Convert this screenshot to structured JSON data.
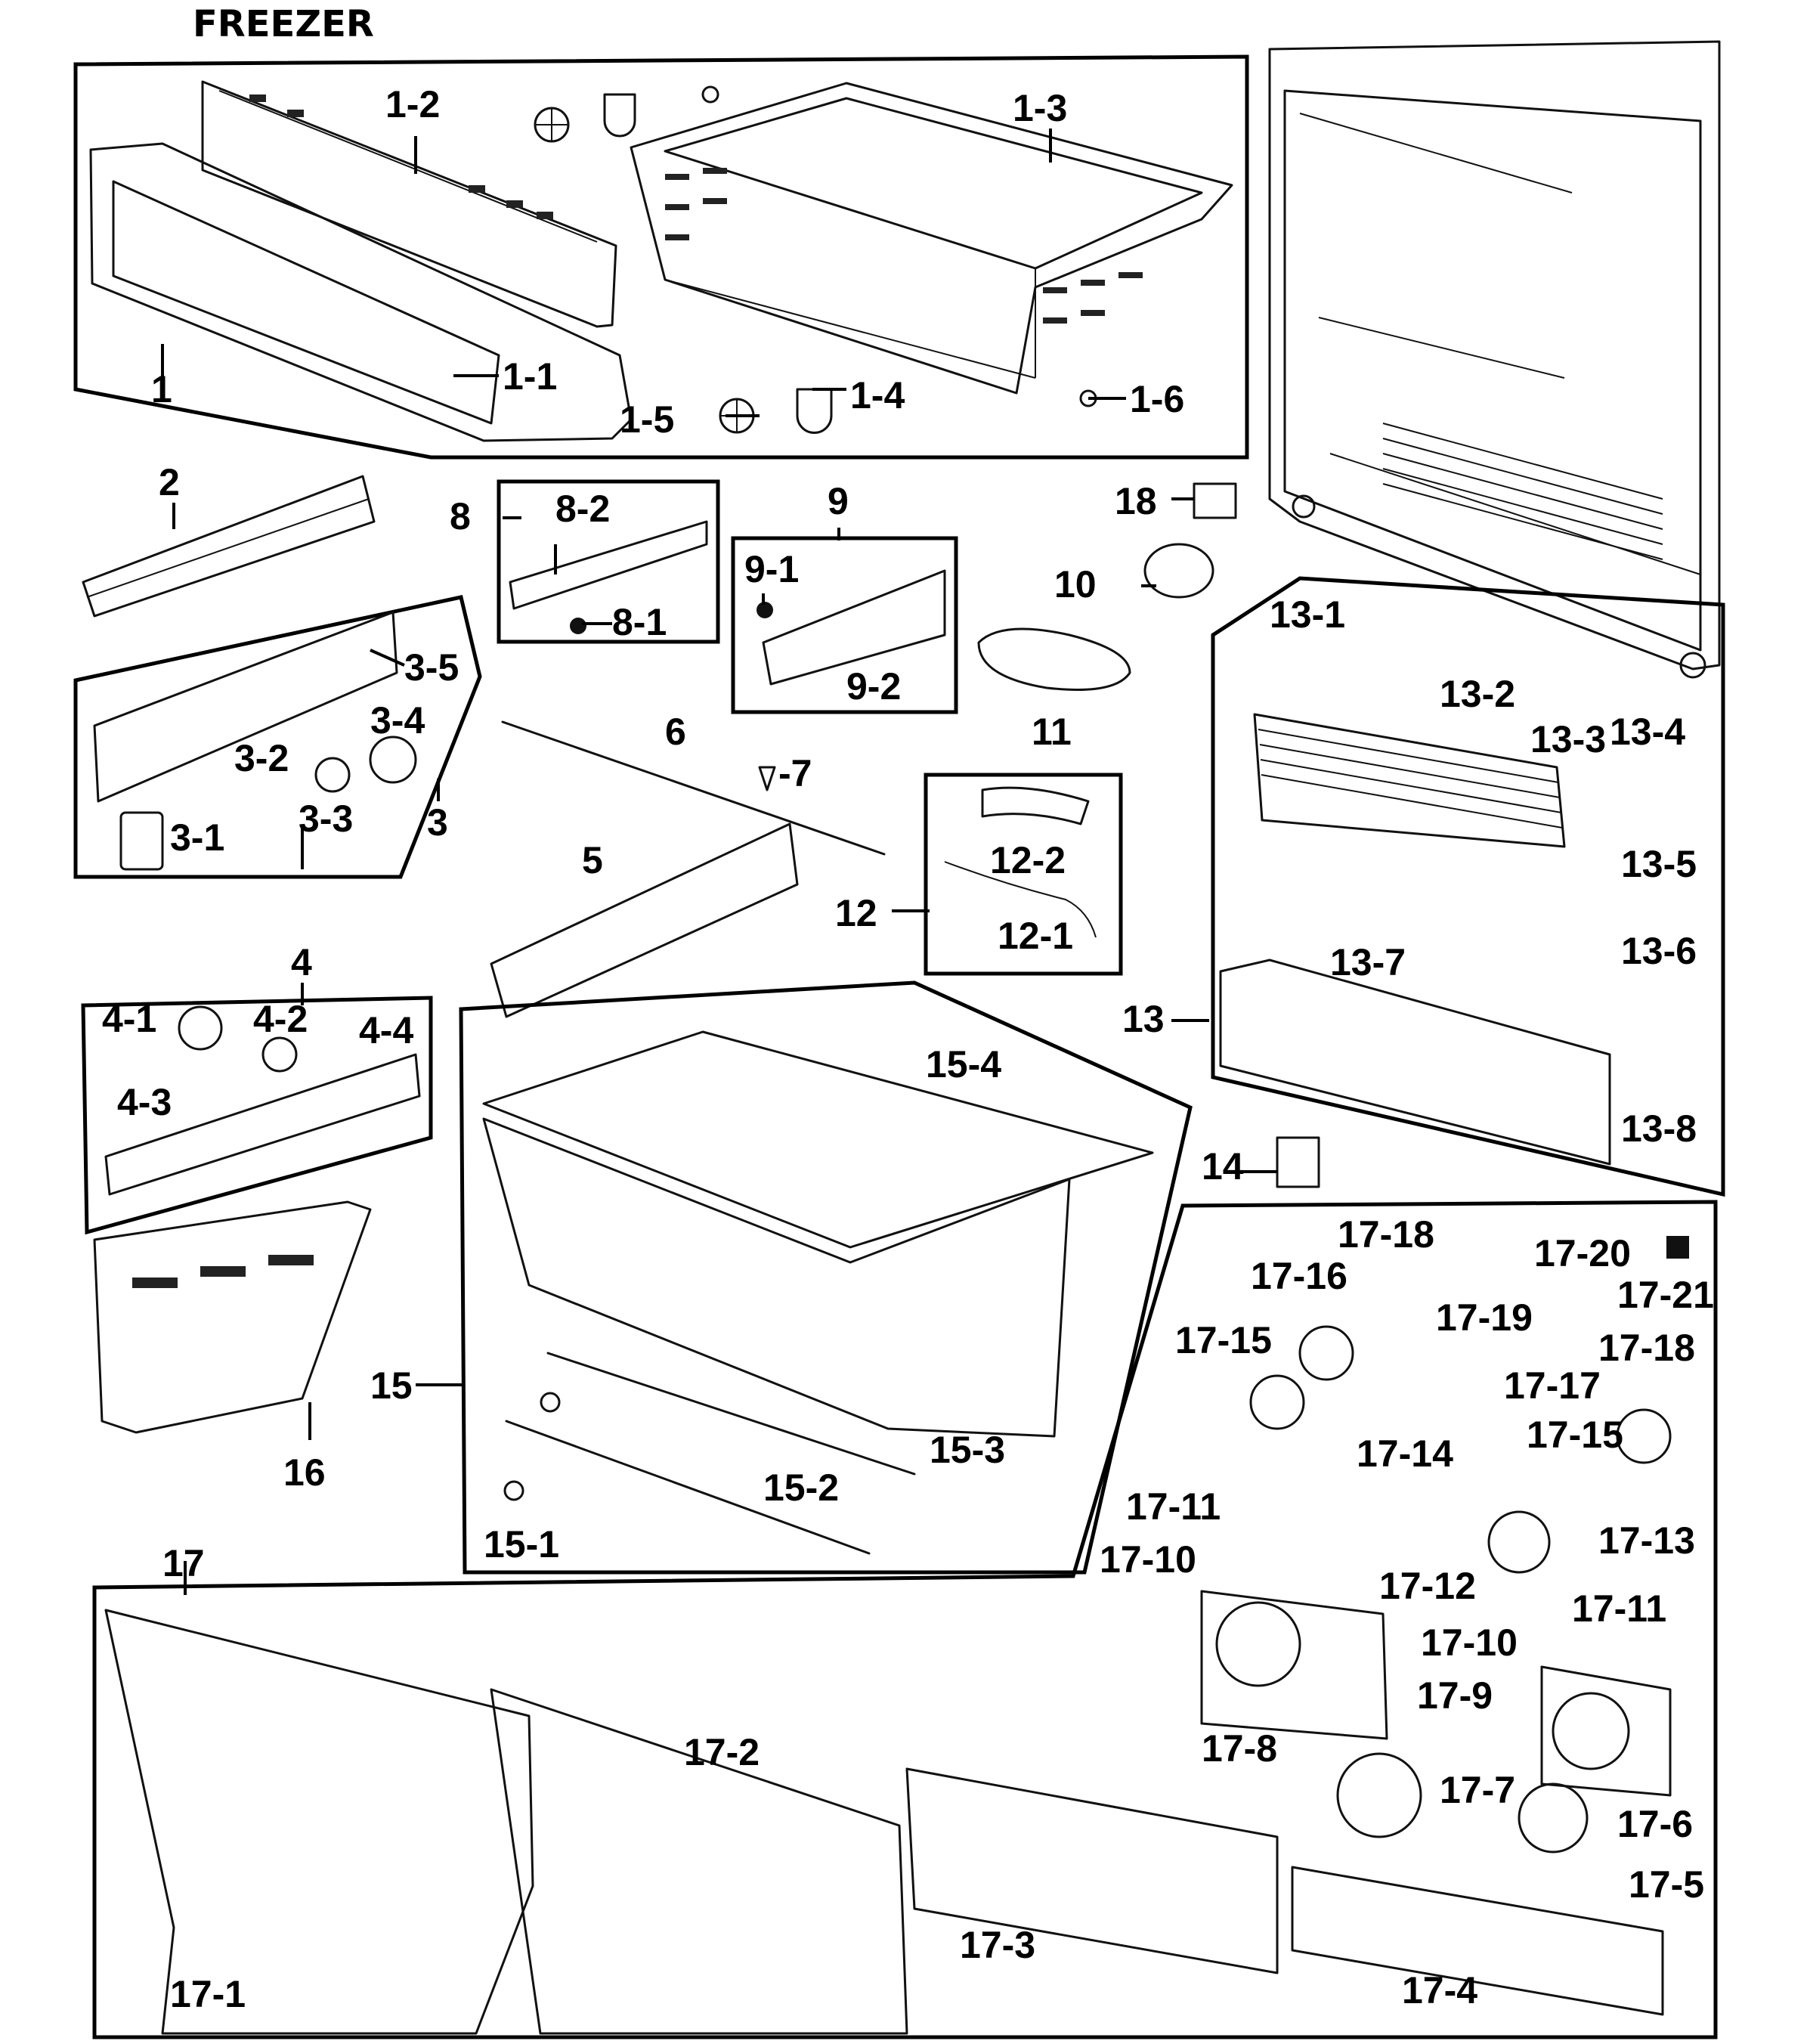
{
  "title": "FREEZER",
  "callouts": [
    "1",
    "1-1",
    "1-2",
    "1-3",
    "1-4",
    "1-5",
    "1-6",
    "2",
    "3",
    "3-1",
    "3-2",
    "3-3",
    "3-4",
    "3-5",
    "4",
    "4-1",
    "4-2",
    "4-3",
    "4-4",
    "5",
    "6",
    "-7",
    "8",
    "8-1",
    "8-2",
    "9",
    "9-1",
    "9-2",
    "10",
    "11",
    "12",
    "12-1",
    "12-2",
    "13",
    "13-1",
    "13-2",
    "13-3",
    "13-4",
    "13-5",
    "13-6",
    "13-7",
    "13-8",
    "14",
    "15",
    "15-1",
    "15-2",
    "15-3",
    "15-4",
    "16",
    "17",
    "17-1",
    "17-2",
    "17-3",
    "17-4",
    "17-5",
    "17-6",
    "17-7",
    "17-8",
    "17-9",
    "17-10",
    "17-10",
    "17-11",
    "17-11",
    "17-12",
    "17-13",
    "17-14",
    "17-15",
    "17-15",
    "17-16",
    "17-17",
    "17-18",
    "17-18",
    "17-19",
    "17-20",
    "17-21",
    "18"
  ]
}
